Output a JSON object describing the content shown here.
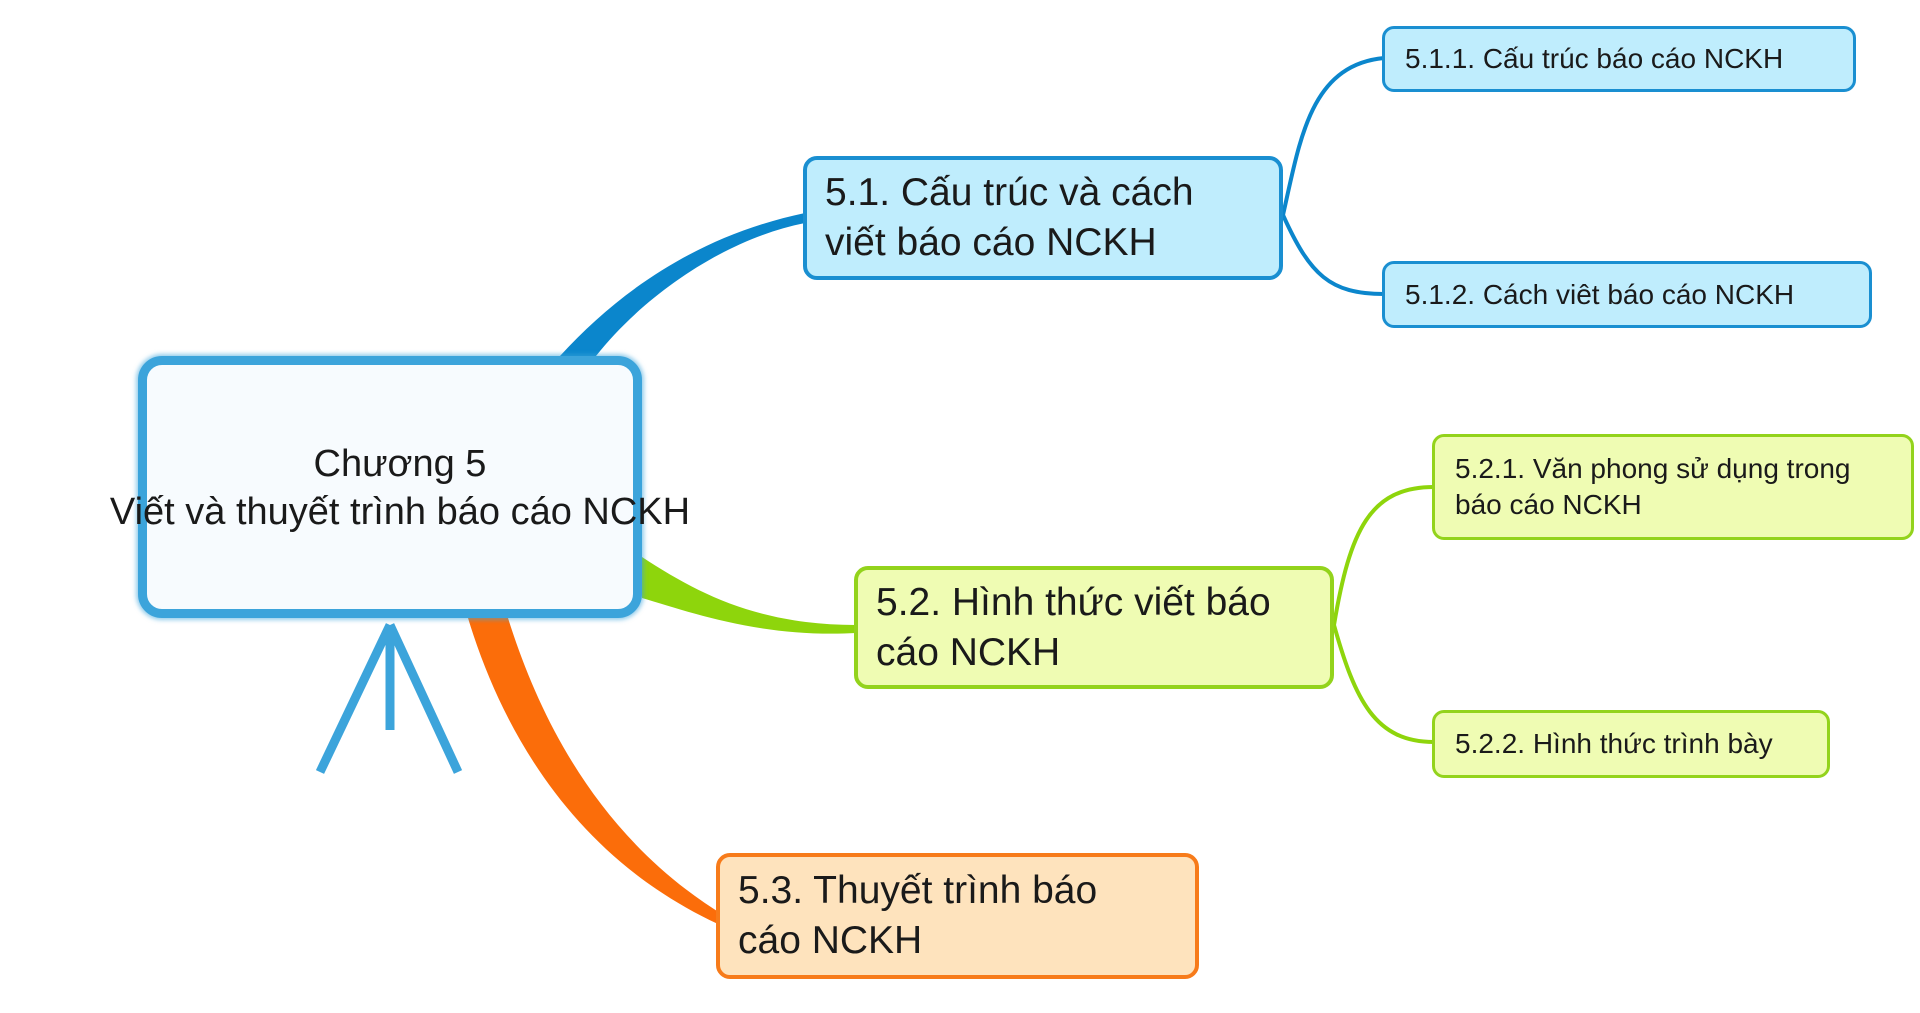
{
  "central": {
    "line1": "Chương 5",
    "line2": "Viết và thuyết trình báo cáo NCKH"
  },
  "topics": [
    {
      "label": "5.1. Cấu trúc và cách viết báo cáo NCKH",
      "children": [
        "5.1.1. Cấu trúc báo cáo NCKH",
        "5.1.2. Cách viêt báo cáo NCKH"
      ]
    },
    {
      "label": "5.2. Hình thức viết báo cáo NCKH",
      "children": [
        "5.2.1. Văn phong sử dụng trong báo cáo NCKH",
        "5.2.2. Hình thức trình bày"
      ]
    },
    {
      "label": "5.3. Thuyết trình báo cáo NCKH",
      "children": []
    }
  ],
  "colors": {
    "blue_branch": "#0b86cc",
    "green_branch": "#8ed50c",
    "orange_branch": "#fb6d0a",
    "easel": "#3ca4db"
  },
  "icons": [
    "presentation-easel-icon"
  ]
}
